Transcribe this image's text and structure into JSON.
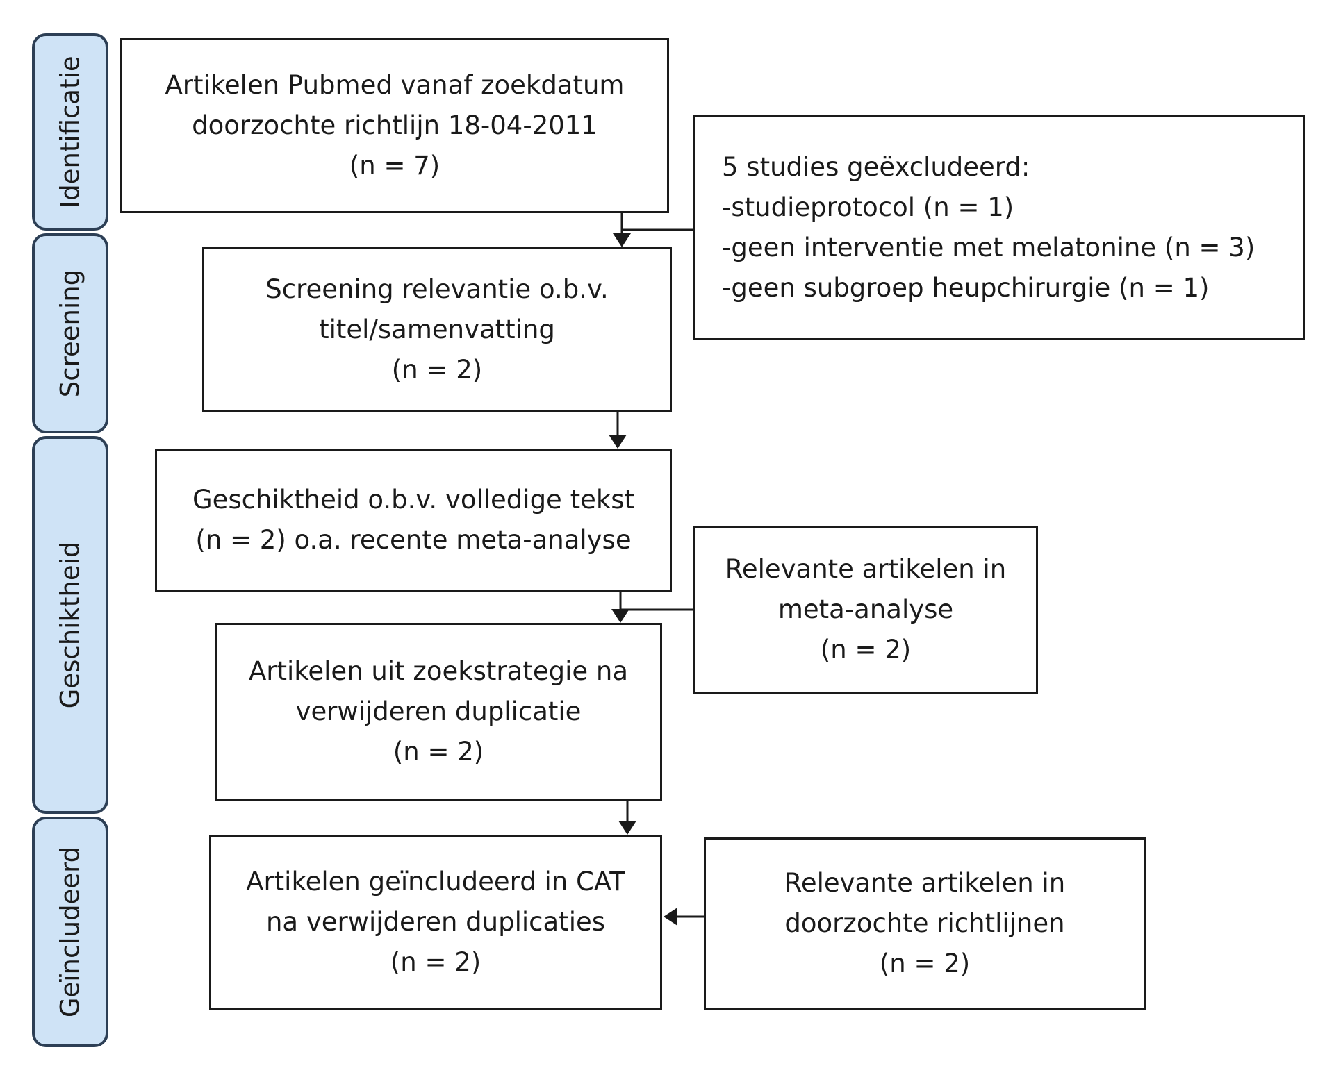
{
  "phases": {
    "identificatie": "Identificatie",
    "screening": "Screening",
    "geschiktheid": "Geschiktheid",
    "geincludeerd": "Geïncludeerd"
  },
  "boxes": {
    "pubmed": [
      "Artikelen Pubmed vanaf zoekdatum",
      "doorzochte richtlijn 18-04-2011",
      "(n = 7)"
    ],
    "excluded": [
      "5 studies geëxcludeerd:",
      "-studieprotocol (n = 1)",
      "-geen interventie met melatonine (n = 3)",
      "-geen subgroep heupchirurgie (n = 1)"
    ],
    "screening": [
      "Screening relevantie o.b.v.",
      "titel/samenvatting",
      "(n = 2)"
    ],
    "eligibility": [
      "Geschiktheid o.b.v. volledige tekst",
      "(n = 2) o.a. recente meta-analyse"
    ],
    "meta_analysis": [
      "Relevante artikelen in",
      "meta-analyse",
      "(n = 2)"
    ],
    "search_strategy": [
      "Artikelen uit zoekstrategie na",
      "verwijderen duplicatie",
      "(n = 2)"
    ],
    "included": [
      "Artikelen geïncludeerd in CAT",
      "na verwijderen duplicaties",
      "(n = 2)"
    ],
    "guidelines": [
      "Relevante artikelen in",
      "doorzochte richtlijnen",
      "(n = 2)"
    ]
  },
  "colors": {
    "phase_fill": "#cfe3f6",
    "phase_border": "#2d3f55",
    "box_border": "#1a1a1a",
    "connector": "#1a1a1a"
  }
}
